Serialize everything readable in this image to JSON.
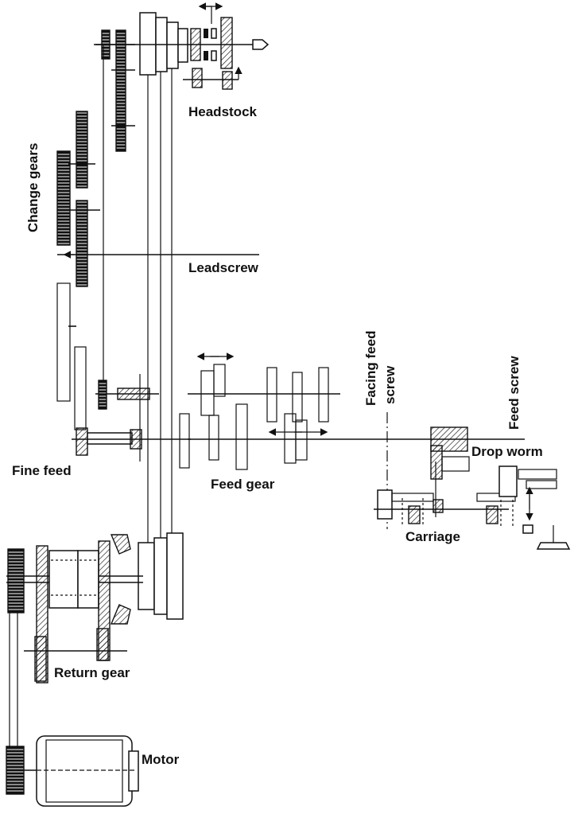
{
  "labels": {
    "headstock": "Headstock",
    "change_gears": "Change gears",
    "leadscrew": "Leadscrew",
    "facing_feed_screw_1": "Facing feed",
    "facing_feed_screw_2": "screw",
    "feed_screw": "Feed screw",
    "drop_worm": "Drop worm",
    "fine_feed": "Fine feed",
    "feed_gear": "Feed gear",
    "carriage": "Carriage",
    "return_gear": "Return gear",
    "motor": "Motor"
  },
  "colors": {
    "ink": "#111111",
    "paper": "#ffffff"
  }
}
